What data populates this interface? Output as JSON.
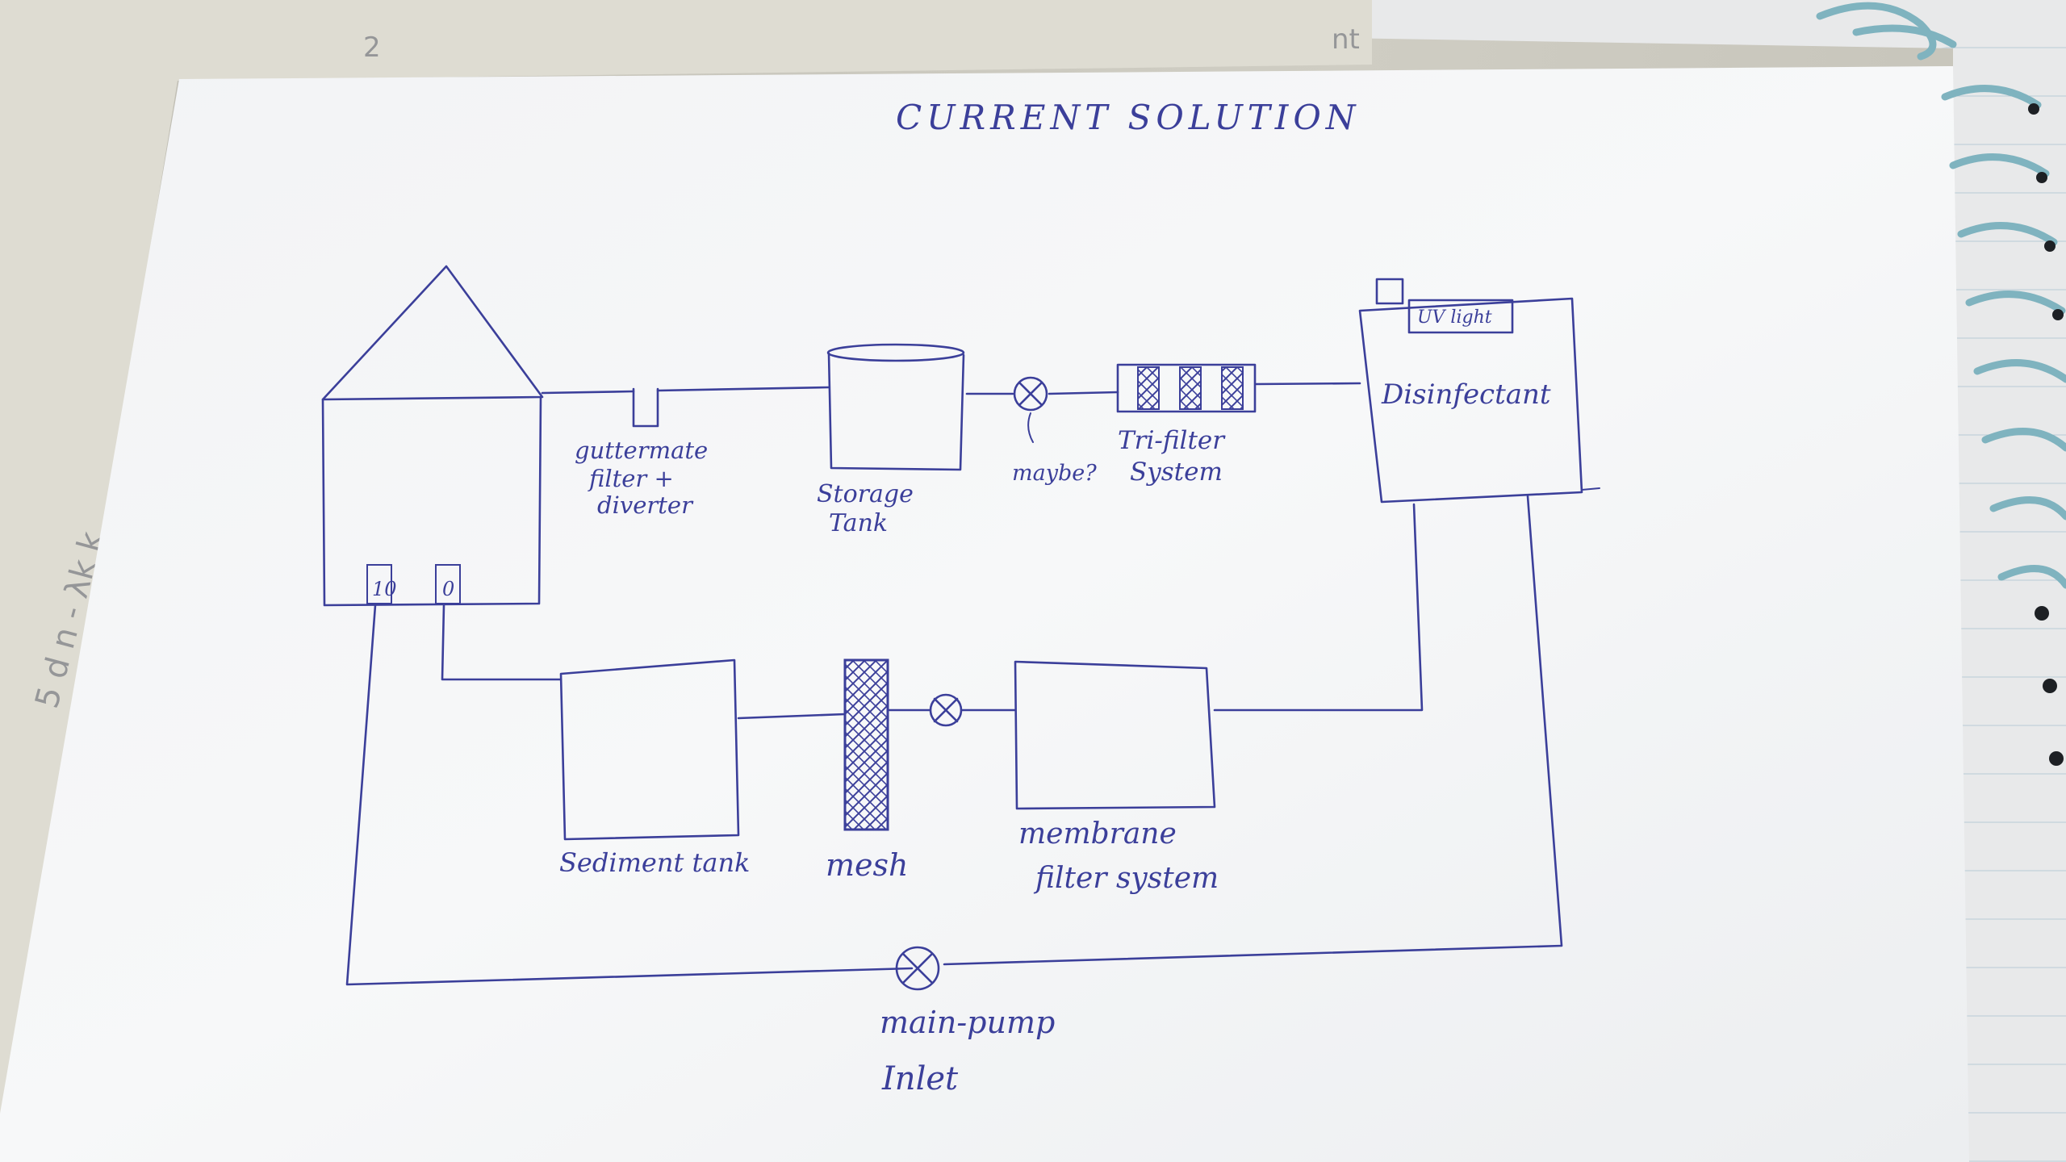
{
  "title": "CURRENT SOLUTION",
  "components": {
    "gutter": [
      "guttermate",
      "filter +",
      "diverter"
    ],
    "storage_tank": [
      "Storage",
      "Tank"
    ],
    "maybe": "maybe?",
    "tri_filter": [
      "Tri-filter",
      "System"
    ],
    "uv_light": "UV light",
    "disinfectant": "Disinfectant",
    "sediment_tank": "Sediment tank",
    "mesh": "mesh",
    "membrane_filter": [
      "membrane",
      "filter system"
    ],
    "main_pump": "main-pump",
    "inlet": "Inlet"
  },
  "colors": {
    "ink": "#3b3f9a",
    "paper": "#f4f5f6",
    "spiral": "#7fb3bf"
  }
}
